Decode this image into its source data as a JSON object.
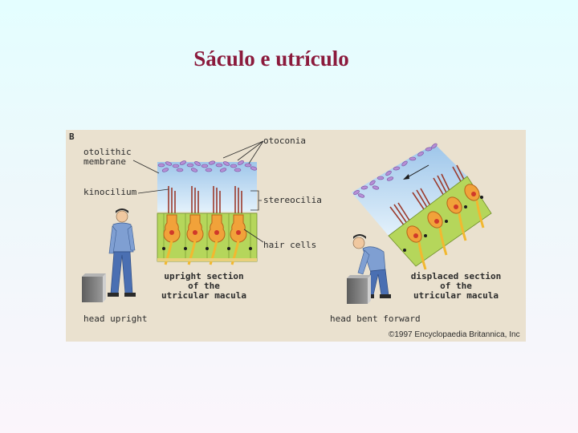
{
  "slide": {
    "title": "Sáculo e utrículo"
  },
  "figure": {
    "panel_letter": "B",
    "labels": {
      "otolithic_membrane": [
        "otolithic",
        "membrane"
      ],
      "otoconia": "otoconia",
      "kinocilium": "kinocilium",
      "stereocilia": "stereocilia",
      "hair_cells": "hair cells",
      "upright_section": [
        "upright section",
        "of the",
        "utricular macula"
      ],
      "displaced_section": [
        "displaced section",
        "of the",
        "utricular macula"
      ],
      "head_upright": "head upright",
      "head_bent_forward": "head bent forward"
    },
    "copyright": "©1997 Encyclopaedia Britannica, Inc"
  }
}
